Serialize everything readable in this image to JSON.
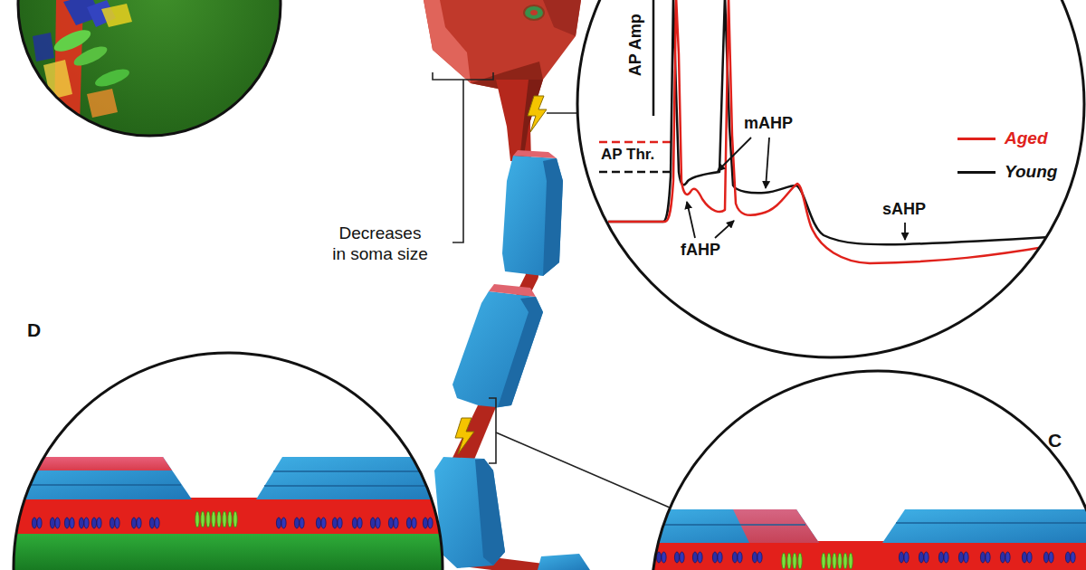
{
  "diagram": {
    "labels": [
      "AP Amp",
      "AP Thr.",
      "mAHP",
      "fAHP",
      "sAHP",
      "Decreases in soma size",
      "D",
      "C"
    ],
    "legend": [
      {
        "text": "Aged"
      },
      {
        "text": "Young"
      }
    ]
  }
}
